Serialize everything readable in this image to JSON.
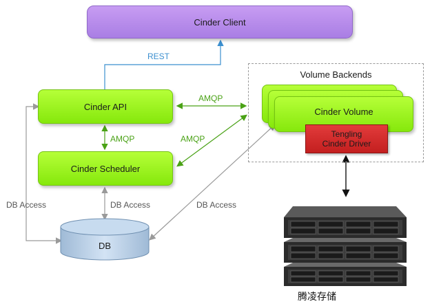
{
  "nodes": {
    "client": "Cinder Client",
    "api": "Cinder API",
    "scheduler": "Cinder Scheduler",
    "volume": "Cinder Volume",
    "driver_line1": "Tengling",
    "driver_line2": "Cinder Driver",
    "db": "DB",
    "backends_title": "Volume Backends",
    "storage_caption": "腾凌存储"
  },
  "edges": {
    "rest": "REST",
    "amqp_api_sched": "AMQP",
    "amqp_api_volume": "AMQP",
    "amqp_sched_volume": "AMQP",
    "db_access_left": "DB Access",
    "db_access_middle": "DB Access",
    "db_access_right": "DB Access"
  },
  "colors": {
    "client": "#b48cec",
    "service": "#9cf024",
    "driver": "#d42c2c",
    "db": "#b9d1ea",
    "rest_line": "#3b8fcf",
    "amqp_line": "#4aa216",
    "db_line": "#9a9a9a"
  }
}
